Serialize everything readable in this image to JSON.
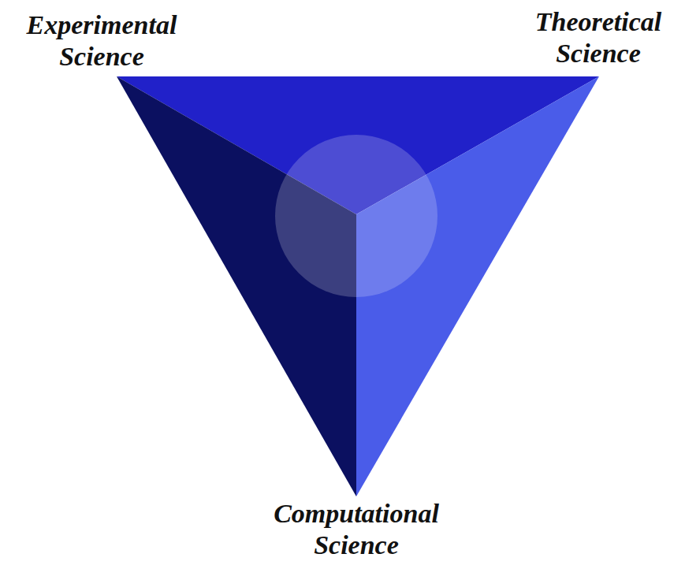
{
  "diagram": {
    "labels": [
      "Experimental Science",
      "Theoretical Science",
      "Computational Science"
    ]
  }
}
